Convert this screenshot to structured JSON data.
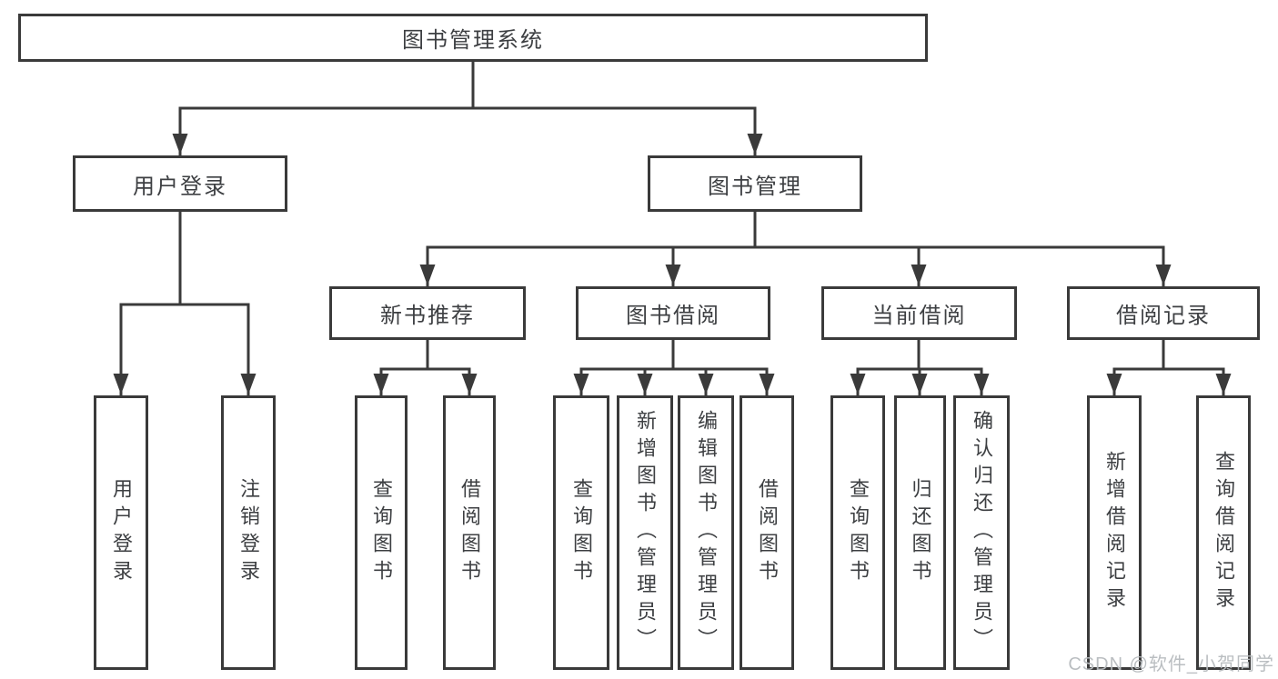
{
  "tree": {
    "label": "图书管理系统",
    "children": [
      {
        "label": "用户登录",
        "children": [
          {
            "label": "用户登录"
          },
          {
            "label": "注销登录"
          }
        ]
      },
      {
        "label": "图书管理",
        "children": [
          {
            "label": "新书推荐",
            "children": [
              {
                "label": "查询图书"
              },
              {
                "label": "借阅图书"
              }
            ]
          },
          {
            "label": "图书借阅",
            "children": [
              {
                "label": "查询图书"
              },
              {
                "label": "新增图书（管理员）"
              },
              {
                "label": "编辑图书（管理员）"
              },
              {
                "label": "借阅图书"
              }
            ]
          },
          {
            "label": "当前借阅",
            "children": [
              {
                "label": "查询图书"
              },
              {
                "label": "归还图书"
              },
              {
                "label": "确认归还（管理员）"
              }
            ]
          },
          {
            "label": "借阅记录",
            "children": [
              {
                "label": "新增借阅记录"
              },
              {
                "label": "查询借阅记录"
              }
            ]
          }
        ]
      }
    ]
  },
  "watermark": {
    "text": "CSDN @软件_小贺同学"
  },
  "colors": {
    "line": "#3a3a3a",
    "text": "#3d3f42",
    "background": "#ffffff",
    "watermark": "#b7bbbe"
  }
}
